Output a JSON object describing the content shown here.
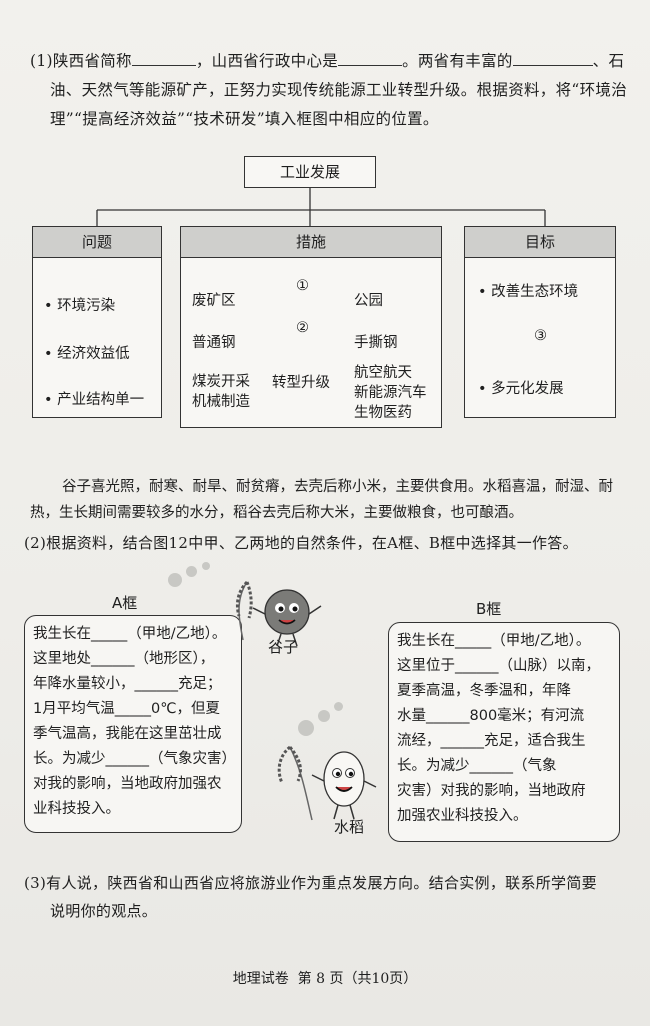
{
  "q1": {
    "line1_a": "(1)陕西省简称",
    "line1_b": "，山西省行政中心是",
    "line1_c": "。两省有丰富的",
    "line1_d": "、石",
    "line2": "油、天然气等能源矿产，正努力实现传统能源工业转型升级。根据资料，将“环境治",
    "line3": "理”“提高经济效益”“技术研发”填入框图中相应的位置。"
  },
  "diagram": {
    "root": "工业发展",
    "problem": {
      "header": "问题",
      "items": [
        "• 环境污染",
        "• 经济效益低",
        "• 产业结构单一"
      ]
    },
    "measure": {
      "header": "措施",
      "rows": [
        {
          "left": "废矿区",
          "mid": "①",
          "right": "公园"
        },
        {
          "left": "普通钢",
          "mid": "②",
          "right": "手撕钢"
        },
        {
          "left": "煤炭开采\n机械制造",
          "mid": "转型升级",
          "right": "航空航天\n新能源汽车\n生物医药"
        }
      ]
    },
    "goal": {
      "header": "目标",
      "items": [
        "• 改善生态环境",
        "③",
        "• 多元化发展"
      ]
    }
  },
  "paragraph": {
    "line1": "谷子喜光照，耐寒、耐旱、耐贫瘠，去壳后称小米，主要供食用。水稻喜温，耐湿、耐",
    "line2": "热，生长期间需要较多的水分，稻谷去壳后称大米，主要做粮食，也可酿酒。"
  },
  "q2": "(2)根据资料，结合图12中甲、乙两地的自然条件，在A框、B框中选择其一作答。",
  "frameA": {
    "title": "A框",
    "lines": [
      "我生长在_____（甲地/乙地）。",
      "这里地处______（地形区），",
      "年降水量较小，______充足；",
      "1月平均气温_____0℃，但夏",
      "季气温高，我能在这里茁壮成",
      "长。为减少______（气象灾害）",
      "对我的影响，当地政府加强农",
      "业科技投入。"
    ]
  },
  "frameB": {
    "title": "B框",
    "lines": [
      "我生长在_____（甲地/乙地）。",
      "这里位于______（山脉）以南，",
      "夏季高温，冬季温和，年降",
      "水量______800毫米；有河流",
      "流经，______充足，适合我生",
      "长。为减少______（气象",
      "灾害）对我的影响，当地政府",
      "加强农业科技投入。"
    ]
  },
  "millet_label": "谷子",
  "rice_label": "水稻",
  "q3": {
    "line1": "(3)有人说，陕西省和山西省应将旅游业作为重点发展方向。结合实例，联系所学简要",
    "line2": "说明你的观点。"
  },
  "footer": "地理试卷  第 8 页（共10页）"
}
